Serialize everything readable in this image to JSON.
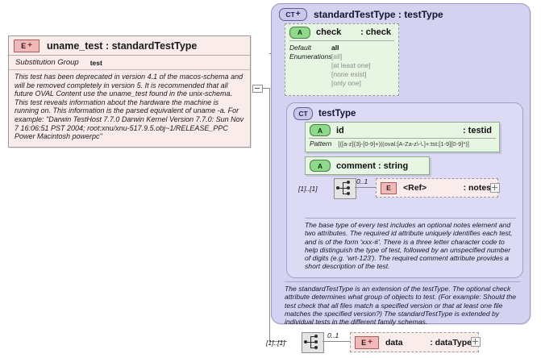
{
  "diagram": {
    "kind": "xml-schema-diagram",
    "colors": {
      "element_fill": "#fbecec",
      "element_tag": "#f0b9b9",
      "attribute_fill": "#e6f6e3",
      "attribute_tag": "#8fd98b",
      "complextype_outer": "#d4d2f0",
      "complextype_inner": "#dcdaf4",
      "complextype_tag": "#c9c7ea",
      "connector_line": "#8a8a8a"
    }
  },
  "element": {
    "icon": "element-plus-icon",
    "icon_label": "E",
    "expander": "+",
    "title": "uname_test : standardTestType",
    "substitution": {
      "label": "Substitution Group",
      "value": "test"
    },
    "documentation": [
      "This test has been deprecated in version 4.1 of the macos-schema and will be removed completely in version 5.  It is recommended that all future OVAL Content use the uname_test found in the unix-schema.",
      "This test reveals information about the hardware the machine is running on.  This information is the parsed equivalent of uname -a.  For example: \"Darwin TestHost 7.7.0 Darwin Kernel Version 7.7.0: Sun Nov  7 16:06:51 PST 2004; root:xnu/xnu-517.9.5.obj~1/RELEASE_PPC  Power Macintosh powerpc\""
    ]
  },
  "toggle_left": {
    "name": "collapse-toggle",
    "glyph": "-"
  },
  "complex_type_outer": {
    "icon_label": "CT",
    "expander": "+",
    "title": "standardTestType : testType",
    "documentation": "The standardTestType is an extension of the testType.  The optional check attribute determines what group of objects to test.  (For example: Should the test check that all files match a specified version or that at least one file matches the specified version?)  The standardTestType is extended by individual tests in the different family schemas."
  },
  "check_attribute": {
    "icon_label": "A",
    "name": "check",
    "type": ": check",
    "facets": {
      "default_label": "Default",
      "default_value": "all",
      "enumerations_label": "Enumerations",
      "enumerations": [
        "[all]",
        "[at least one]",
        "[none exist]",
        "[only one]"
      ]
    }
  },
  "complex_type_inner": {
    "icon_label": "CT",
    "title": "testType",
    "documentation": "The base type of every test includes an optional notes element and two attributes.  The required id attribute uniquely identifies each test, and is of the form 'xxx-#'.  There is a three letter character code to help distinguish the type of test, followed by an unspecified number of digits (e.g. 'wrt-123').  The required comment attribute provides a short description of the test."
  },
  "id_attribute": {
    "icon_label": "A",
    "name": "id",
    "type": ": testid",
    "pattern_label": "Pattern",
    "pattern_value": "[([a-z]{3}-[0-9]+)|(oval:[A-Za-z\\-\\.]+:tst:[1-9][0-9]*)]"
  },
  "comment_attribute": {
    "icon_label": "A",
    "name": "comment : string"
  },
  "notes_ref": {
    "sequence_occurs": "[1]..[1]",
    "ref_occurs": "0..1",
    "icon_label": "E",
    "name": "<Ref>",
    "type": ": notes",
    "expander": "+"
  },
  "data_element": {
    "sequence_occurs": "[1]..[1]",
    "occurs": "0..1",
    "icon_label": "E",
    "expander": "+",
    "name": "data",
    "type": ": dataType"
  }
}
